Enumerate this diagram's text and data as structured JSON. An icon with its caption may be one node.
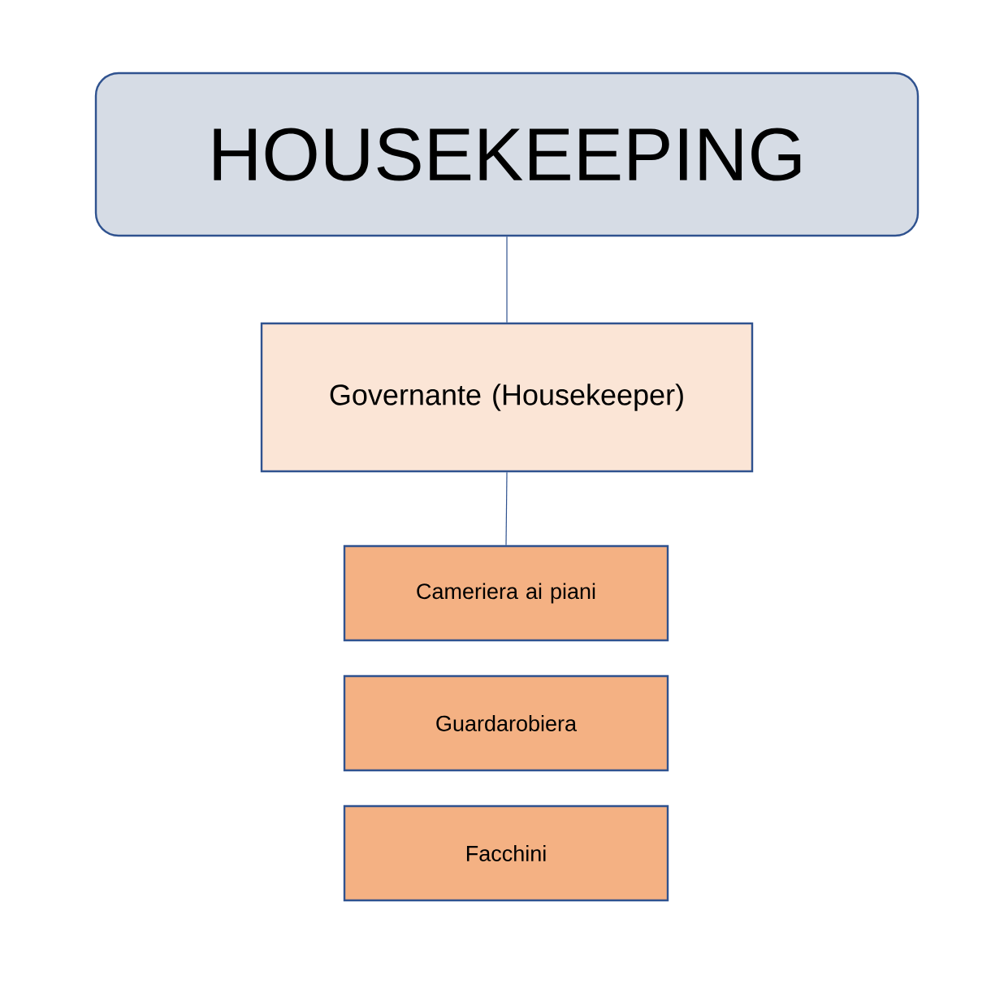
{
  "diagram": {
    "nodes": [
      {
        "text": [
          "HOUSEKEEPING"
        ]
      },
      {
        "text": [
          "Governante (Housekeeper)"
        ]
      },
      {
        "text": [
          "Cameriera ai piani"
        ]
      },
      {
        "text": [
          "Guardarobiera"
        ]
      },
      {
        "text": [
          "Facchini"
        ]
      }
    ],
    "edges": [
      {
        "from": 0,
        "to": 1,
        "arrow": "none"
      },
      {
        "from": 1,
        "to": 2,
        "arrow": "none"
      }
    ]
  }
}
